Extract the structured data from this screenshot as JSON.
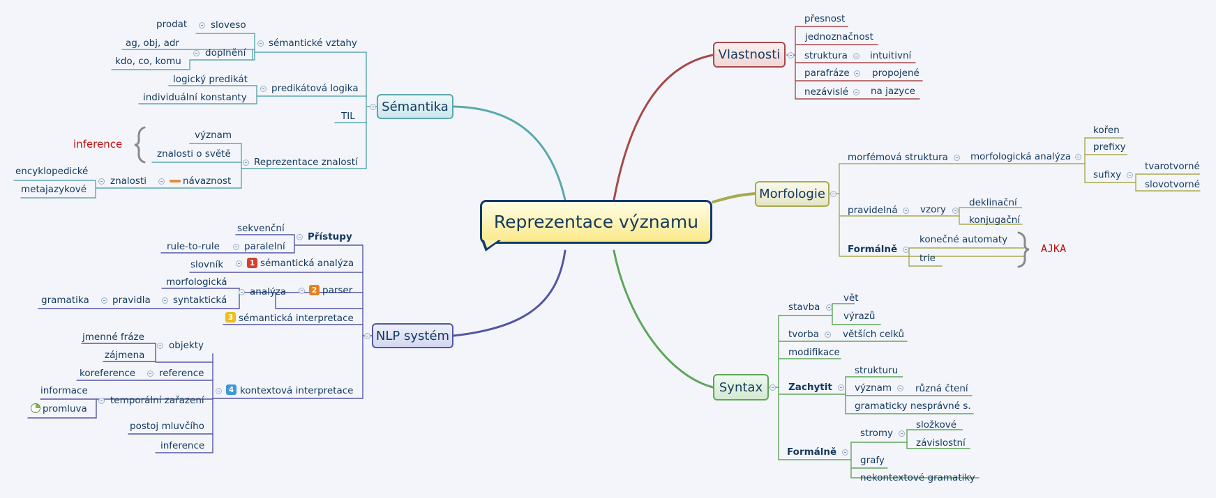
{
  "central": {
    "label": "Reprezentace významu"
  },
  "semantika": {
    "label": "Sémantika",
    "semanticke_vztahy": "sémantické vztahy",
    "sloveso": "sloveso",
    "prodat": "prodat",
    "doplneni": "doplnění",
    "ag_obj_adr": "ag, obj, adr",
    "kdo_co_komu": "kdo, co, komu",
    "predikatova_logika": "predikátová logika",
    "logicky_predikat": "logický predikát",
    "individualni_konstanty": "individuální konstanty",
    "til": "TIL",
    "reprezentace_znalosti": "Reprezentace znalostí",
    "vyznam": "význam",
    "znalosti_o_svete": "znalosti o světě",
    "navaznost": "návaznost",
    "znalosti": "znalosti",
    "encyklopedicke": "encyklopedické",
    "metajazykove": "metajazykové",
    "inference_annotation": "inference"
  },
  "nlp": {
    "label": "NLP systém",
    "pristupy": "Přístupy",
    "sekvencni": "sekvenční",
    "paralelni": "paralelní",
    "rule_to_rule": "rule-to-rule",
    "semanticka_analyza": "sémantická analýza",
    "slovnik": "slovník",
    "parser": "parser",
    "analyza": "analýza",
    "morfologicka": "morfologická",
    "syntakticka": "syntaktická",
    "pravidla": "pravidla",
    "gramatika": "gramatika",
    "semanticka_interpretace": "sémantická interpretace",
    "kontextova_interpretace": "kontextová interpretace",
    "objekty": "objekty",
    "jmenne_fraze": "jmenné fráze",
    "zajmena": "zájmena",
    "reference": "reference",
    "koreference": "koreference",
    "temporalni_zarazeni": "temporální zařazení",
    "informace": "informace",
    "promluva": "promluva",
    "postoj_mluvciho": "postoj mluvčího",
    "inference": "inference",
    "markers": [
      "1",
      "2",
      "3",
      "4"
    ]
  },
  "vlastnosti": {
    "label": "Vlastnosti",
    "presnost": "přesnost",
    "jednoznacnost": "jednoznačnost",
    "struktura": "struktura",
    "intuitivni": "intuitivní",
    "parafraze": "parafráze",
    "propojene": "propojené",
    "nezavisle": "nezávislé",
    "na_jazyce": "na jazyce"
  },
  "morfologie": {
    "label": "Morfologie",
    "morfemova_struktura": "morfémová struktura",
    "morfologicka_analyza": "morfologická analýza",
    "koren": "kořen",
    "prefixy": "prefixy",
    "sufixy": "sufixy",
    "tvarotvorne": "tvarotvorné",
    "slovotvorne": "slovotvorné",
    "pravidelna": "pravidelná",
    "vzory": "vzory",
    "deklinacni": "deklinační",
    "konjugacni": "konjugační",
    "formalne": "Formálně",
    "konecne_automaty": "konečné automaty",
    "trie": "trie",
    "ajka_annotation": "AJKA"
  },
  "syntax": {
    "label": "Syntax",
    "stavba": "stavba",
    "vet": "vět",
    "vyrazu": "výrazů",
    "tvorba": "tvorba",
    "vetsich_celku": "větších celků",
    "modifikace": "modifikace",
    "zachytit": "Zachytit",
    "strukturu": "strukturu",
    "vyznam": "význam",
    "ruzna_cteni": "různá čtení",
    "gramaticky": "gramaticky nesprávné s.",
    "formalne": "Formálně",
    "stromy": "stromy",
    "slozkove": "složkové",
    "zavislostni": "závislostní",
    "grafy": "grafy",
    "nekontextove": "nekontextové gramatiky"
  },
  "colors": {
    "semantika": "#5aa8ab",
    "nlp": "#5456a4",
    "vlastnosti": "#a84848",
    "morfologie": "#a7a94e",
    "syntax": "#5ea559",
    "text": "#13395f",
    "annotation": "#c01010"
  }
}
